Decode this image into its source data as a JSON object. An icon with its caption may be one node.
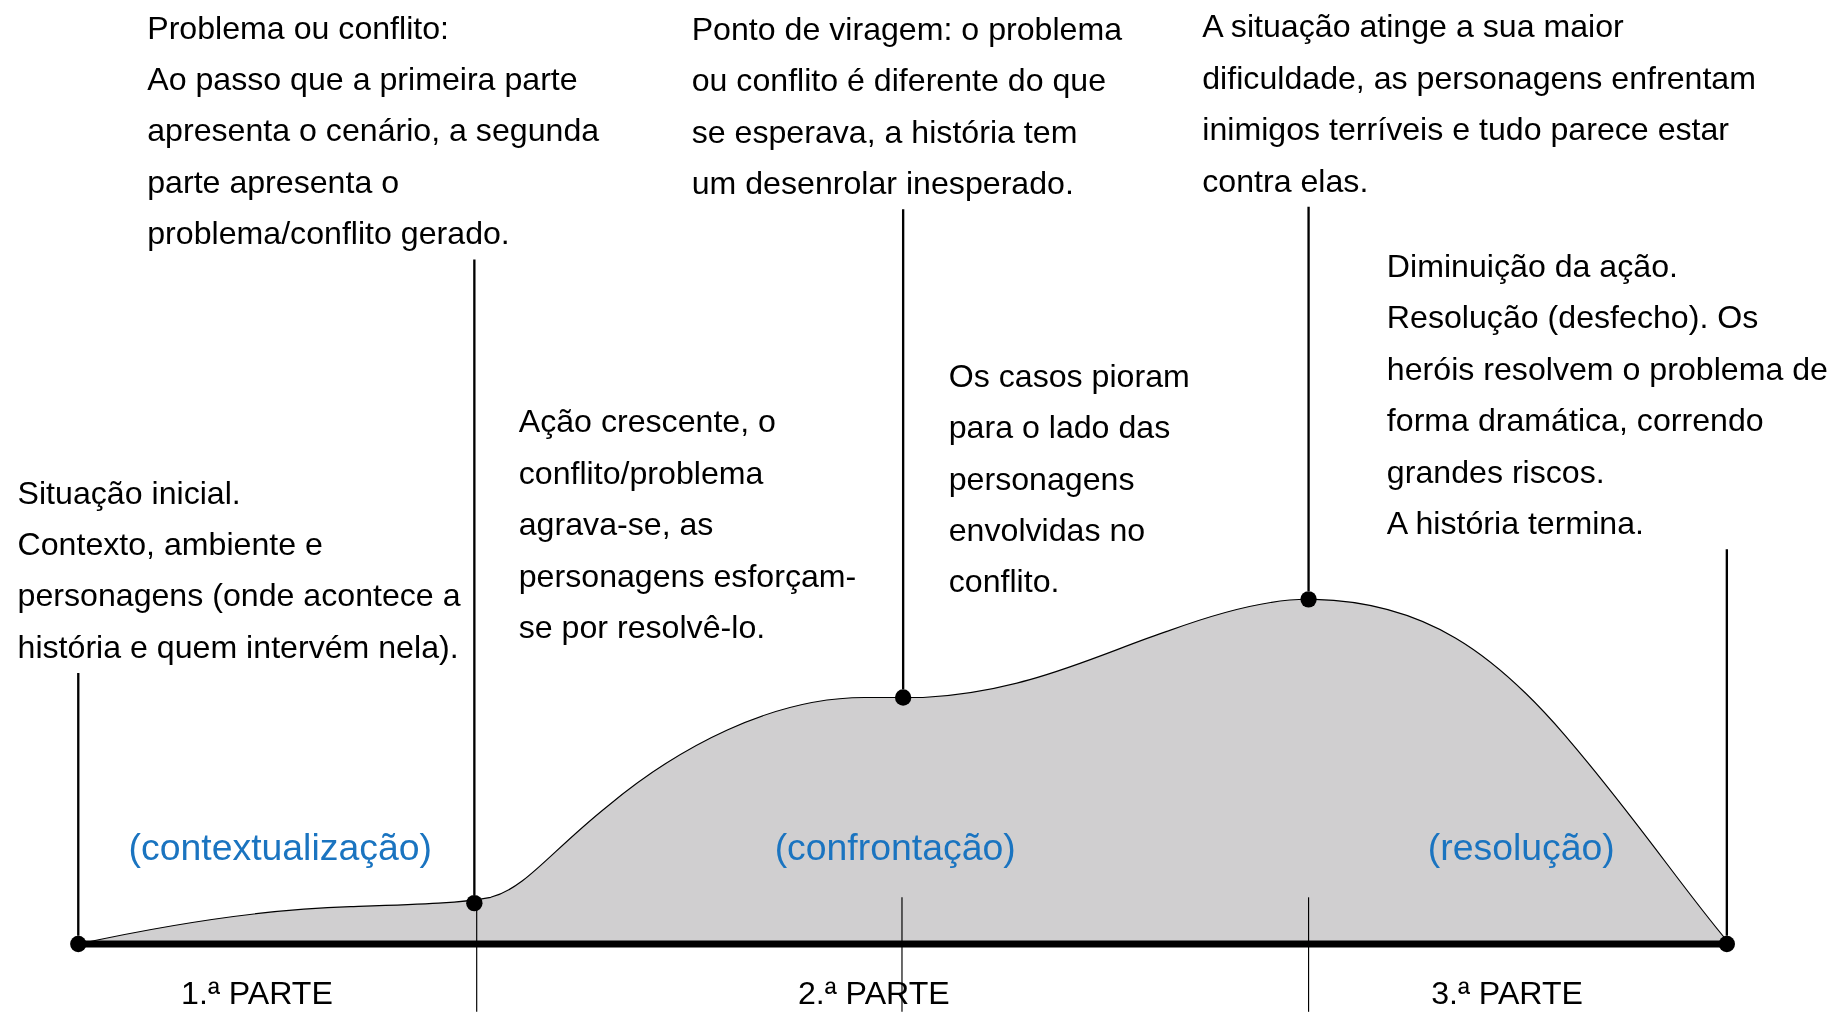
{
  "diagram": {
    "nodes": [
      {
        "text": [
          "Situação inicial.",
          "Contexto, ambiente e personagens (onde acontece a história e quem intervém nela)."
        ]
      },
      {
        "text": [
          "Problema ou conflito:",
          "Ao passo que a primeira parte apresenta o cenário, a segunda parte apresenta o problema/conflito gerado."
        ]
      },
      {
        "text": [
          "Ponto de viragem: o problema ou conflito é diferente do que se esperava, a história tem um desenrolar inesperado."
        ]
      },
      {
        "text": [
          "A situação atinge a sua maior dificuldade, as personagens enfrentam inimigos terríveis e tudo parece estar contra elas."
        ]
      },
      {
        "text": [
          "Diminuição da ação.",
          "Resolução (desfecho). Os heróis resolvem o problema de forma dramática, correndo grandes riscos.",
          "A história termina."
        ]
      },
      {
        "text": [],
        "shape": "circle"
      },
      {
        "text": [],
        "shape": "circle"
      },
      {
        "text": [],
        "shape": "circle"
      },
      {
        "text": [],
        "shape": "circle"
      },
      {
        "text": [],
        "shape": "circle"
      }
    ],
    "edges": [
      {
        "from": 0,
        "to": 5,
        "arrow": "none"
      },
      {
        "from": 1,
        "to": 6,
        "arrow": "none"
      },
      {
        "from": 2,
        "to": 7,
        "arrow": "none"
      },
      {
        "from": 3,
        "to": 8,
        "arrow": "none"
      },
      {
        "from": 4,
        "to": 9,
        "arrow": "none"
      }
    ],
    "labels": [
      "Ação crescente, o conflito/problema agrava-se, as personagens esforçam-se por resolvê-lo.",
      "Os casos pioram para o lado das personagens envolvidas no conflito.",
      "(contextualização)",
      "(confrontação)",
      "(resolução)",
      "1.ª PARTE",
      "2.ª PARTE",
      "3.ª PARTE"
    ]
  }
}
